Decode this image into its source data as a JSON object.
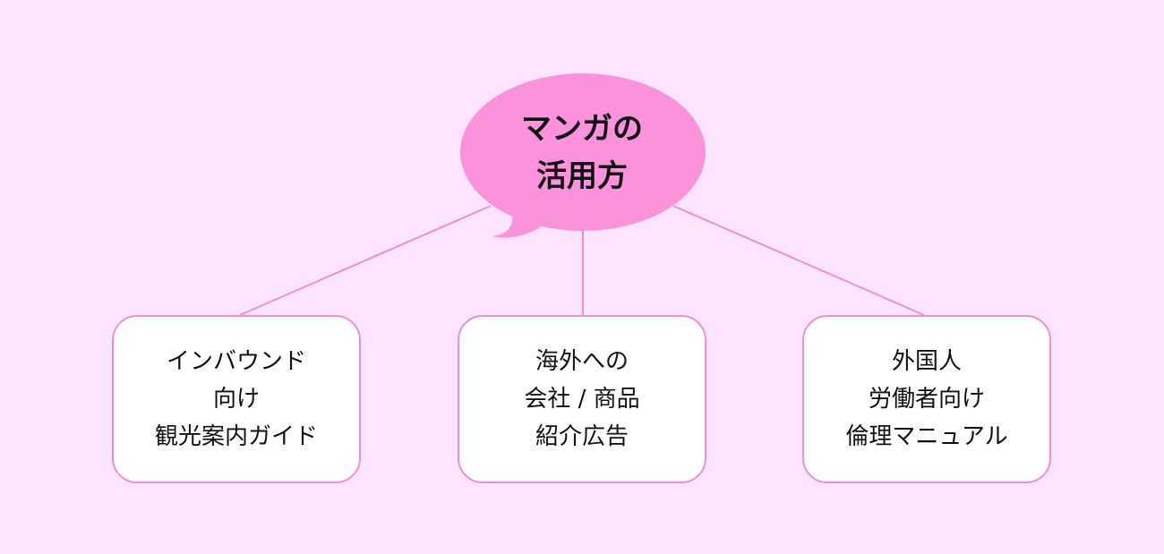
{
  "diagram": {
    "central": {
      "lines": [
        "マンガの",
        "活用方"
      ]
    },
    "branches": [
      {
        "lines": [
          "インバウンド",
          "向け",
          "観光案内ガイド"
        ]
      },
      {
        "lines": [
          "海外への",
          "会社 / 商品",
          "紹介広告"
        ]
      },
      {
        "lines": [
          "外国人",
          "労働者向け",
          "倫理マニュアル"
        ]
      }
    ]
  },
  "colors": {
    "background": "#fde6fd",
    "bubble_fill": "#fa93dc",
    "connector": "#f48fce",
    "box_border": "#f48fce",
    "box_fill": "#ffffff",
    "text": "#111111"
  }
}
